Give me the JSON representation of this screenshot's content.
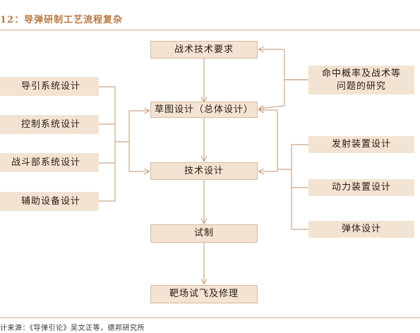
{
  "title": "12：导弹研制工艺流程复杂",
  "center_boxes": {
    "tactics": "战术技术要求",
    "sketch": "草图设计（总体设计）",
    "tech": "技术设计",
    "trial": "试制",
    "range": "靶场试飞及修理"
  },
  "left_boxes": {
    "guidance": "导引系统设计",
    "control": "控制系统设计",
    "warhead": "战斗部系统设计",
    "aux": "辅助设备设计"
  },
  "right_boxes": {
    "research": "命中概率及战术等问题的研究",
    "launcher": "发射装置设计",
    "power": "动力装置设计",
    "body": "弹体设计"
  },
  "footer": "计来源：《导弹引论》吴文正等，德邦研究所",
  "colors": {
    "box": "#f3e3d2",
    "line": "#c9a88a",
    "title": "#b87a45"
  }
}
